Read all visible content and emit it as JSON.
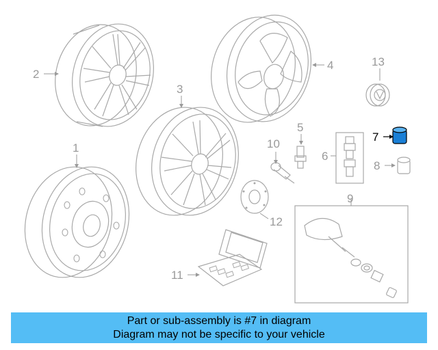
{
  "callouts": {
    "c1": "1",
    "c2": "2",
    "c3": "3",
    "c4": "4",
    "c5": "5",
    "c6": "6",
    "c7": "7",
    "c8": "8",
    "c9": "9",
    "c10": "10",
    "c11": "11",
    "c12": "12",
    "c13": "13"
  },
  "highlight_callout": "7",
  "colors": {
    "banner": "#54bdf5",
    "line_art": "#a8a8a8",
    "highlight_part": "#1a7fd6"
  },
  "banner": {
    "line1": "Part or sub-assembly is #7 in diagram",
    "line2": "Diagram may not be specific to your vehicle"
  }
}
